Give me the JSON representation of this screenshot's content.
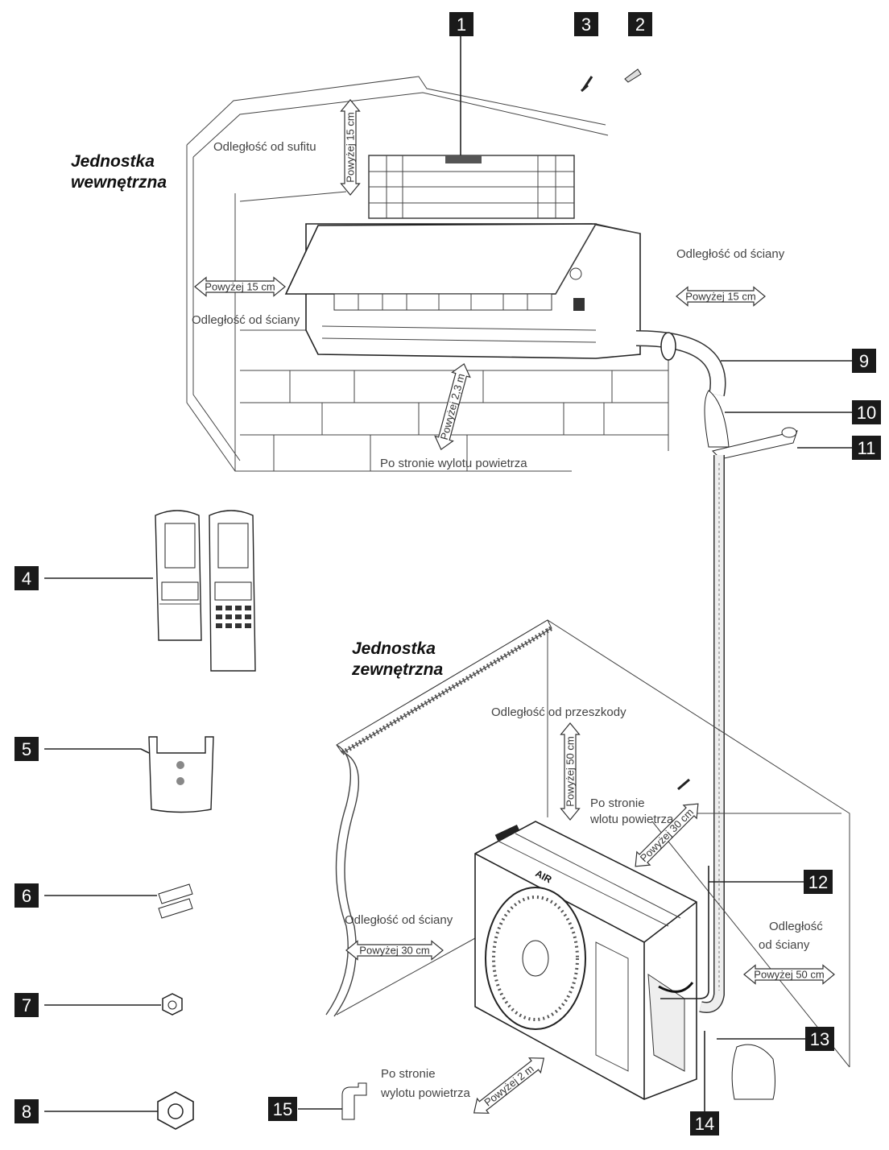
{
  "titles": {
    "indoor": [
      "Jednostka",
      "wewnętrzna"
    ],
    "outdoor": [
      "Jednostka",
      "zewnętrzna"
    ]
  },
  "labels": {
    "ceiling": "Odległość od sufitu",
    "wall_right_indoor": "Odległość od ściany",
    "wall_left_indoor": "Odległość od ściany",
    "air_outlet_indoor": "Po stronie wylotu powietrza",
    "obstacle": "Odległość od przeszkody",
    "air_inlet": [
      "Po stronie",
      "wlotu powietrza"
    ],
    "wall_left_outdoor": "Odległość od ściany",
    "wall_right_outdoor": [
      "Odległość",
      "od ściany"
    ],
    "air_outlet_outdoor": [
      "Po stronie",
      "wylotu powietrza"
    ]
  },
  "distances": {
    "ceiling": "Powyżej 15 cm",
    "wall_right_indoor": "Powyżej 15 cm",
    "wall_left_indoor": "Powyżej 15 cm",
    "front_indoor": "Powyżej 2,3 m",
    "obstacle": "Powyżej 50 cm",
    "inlet": "Powyżej 30 cm",
    "wall_left_outdoor": "Powyżej 30 cm",
    "wall_right_outdoor": "Powyżej 50 cm",
    "front_outdoor": "Powyżej 2 m"
  },
  "callouts": [
    "1",
    "2",
    "3",
    "4",
    "5",
    "6",
    "7",
    "8",
    "9",
    "10",
    "11",
    "12",
    "13",
    "14",
    "15"
  ],
  "brand": "AIR",
  "colors": {
    "callout_bg": "#1a1a1a",
    "line": "#222222"
  }
}
